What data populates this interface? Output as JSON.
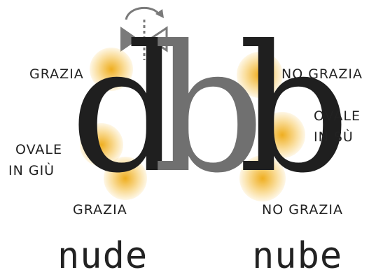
{
  "left": {
    "letters": [
      "d",
      "b"
    ],
    "labels": {
      "top": "GRAZIA",
      "middle_line1": "OVALE",
      "middle_line2": "IN GIÙ",
      "bottom": "GRAZIA"
    },
    "word": "nude"
  },
  "right": {
    "letter": "b",
    "labels": {
      "top": "NO GRAZIA",
      "middle_line1": "OVALE",
      "middle_line2": "IN SÙ",
      "bottom": "NO GRAZIA"
    },
    "word": "nube"
  },
  "colors": {
    "letter_dark": "#1f1f1f",
    "letter_gray": "#707070",
    "highlight": "#eeaa14",
    "icon": "#7a7a7a"
  },
  "icons": [
    "mirror-flip-icon",
    "rotate-arrow-icon"
  ]
}
